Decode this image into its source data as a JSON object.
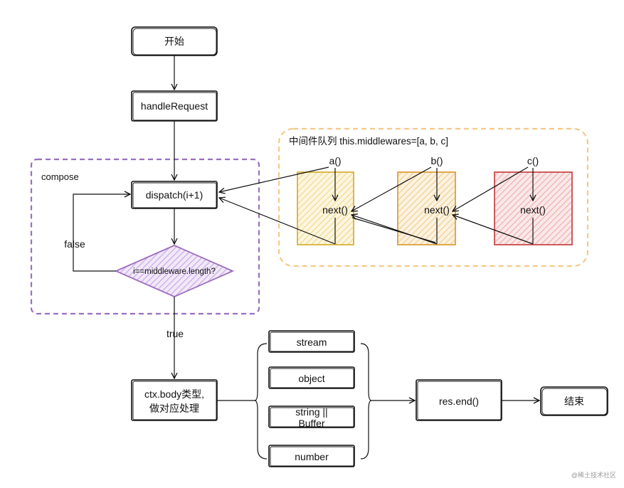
{
  "labels": {
    "start": "开始",
    "handle_request": "handleRequest",
    "dispatch": "dispatch(i+1)",
    "compose": "compose",
    "false_label": "false",
    "condition": "i==middleware.length?",
    "true_label": "true",
    "ctx_body_line1": "ctx.body类型,",
    "ctx_body_line2": "做对应处理",
    "stream": "stream",
    "object": "object",
    "string_buffer_line1": "string ||",
    "string_buffer_line2": "Buffer",
    "number": "number",
    "res_end": "res.end()",
    "end": "结束",
    "queue_title": "中间件队列 this.middlewares=[a, b, c]",
    "mw_a": "a()",
    "mw_b": "b()",
    "mw_c": "c()",
    "next": "next()",
    "watermark": "@稀土技术社区"
  },
  "colors": {
    "compose_border": "#9b6fc0",
    "diamond_fill": "#c9a8e6",
    "diamond_stroke": "#9b6fc0",
    "queue_border": "#f5c987",
    "mw_a_fill": "#f7e5ac",
    "mw_a_stroke": "#d8b23a",
    "mw_b_fill": "#f7ddb0",
    "mw_b_stroke": "#dca03c",
    "mw_c_fill": "#f3c1c1",
    "mw_c_stroke": "#c94a4a"
  }
}
